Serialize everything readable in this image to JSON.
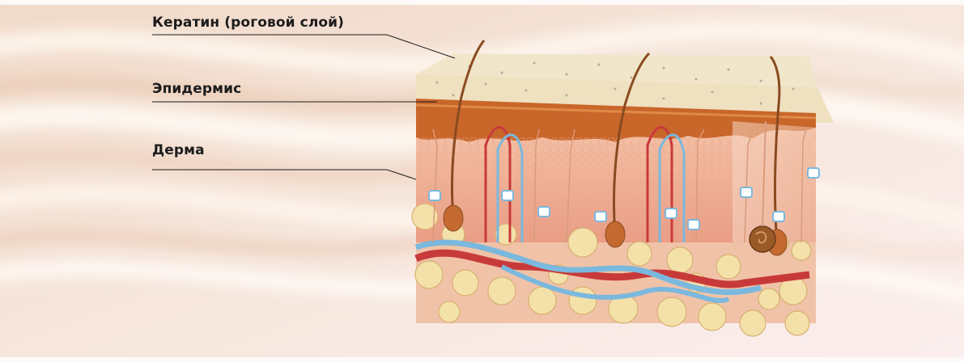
{
  "labels": {
    "keratin": "Кератин (роговой слой)",
    "epidermis": "Эпидермис",
    "dermis": "Дерма"
  },
  "colors": {
    "background": "#f7e8e0",
    "keratin": "#ecdcb8",
    "epidermis": "#cf6a2a",
    "dermis": "#f2b8a0",
    "fat": "#f3e0a8",
    "vein": "#7ab8de",
    "artery": "#c83a3a",
    "hair": "#8a4a20"
  },
  "icons": [
    "skin-cross-section-illustration",
    "hair-icon",
    "vein-icon",
    "artery-icon",
    "fat-cell-icon",
    "sweat-gland-icon"
  ]
}
